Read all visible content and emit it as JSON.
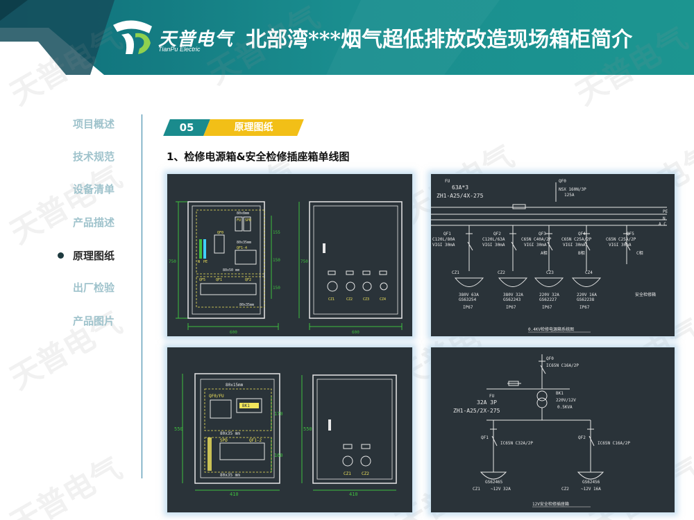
{
  "header": {
    "title": "北部湾***烟气超低排放改造现场箱柜简介",
    "logo_cn": "天普电气",
    "logo_en": "TianPu Electric"
  },
  "watermark_text": "天普电气",
  "sidenav": {
    "items": [
      {
        "label": "项目概述",
        "active": false
      },
      {
        "label": "技术规范",
        "active": false
      },
      {
        "label": "设备清单",
        "active": false
      },
      {
        "label": "产品描述",
        "active": false
      },
      {
        "label": "原理图纸",
        "active": true
      },
      {
        "label": "出厂检验",
        "active": false
      },
      {
        "label": "产品图片",
        "active": false
      }
    ]
  },
  "section": {
    "number": "05",
    "label": "原理图纸",
    "heading": "1、检修电源箱&安全检修插座箱单线图"
  },
  "drawings": {
    "d1": {
      "dim_top": "80x8mm",
      "dim_mid1": "80x35mm",
      "dim_mid2": "80x50 mm",
      "dim_bot": "80x35mm",
      "h1": "155",
      "h2": "150",
      "h3": "150",
      "h_total": "750",
      "h_total2": "750",
      "w": "600",
      "w2": "600",
      "labels": [
        "FU",
        "SPD",
        "QF0",
        "QF1-4",
        "QF5",
        "QF1",
        "QF2",
        "N",
        "PE"
      ],
      "sockets": [
        "CZ1",
        "CZ2",
        "CZ3",
        "CZ4"
      ]
    },
    "d2": {
      "fu": "FU",
      "fu_spec": "63A*3",
      "fu_model": "ZH1-A25/4X-275",
      "qf0": "QF0",
      "qf0_spec": "NSX 160N/3P",
      "qf0_rating": "125A",
      "bus": "PE",
      "bus2": "N",
      "bus3": "A C",
      "breakers": [
        {
          "name": "QF1",
          "spec": "C120L/80A",
          "vigi": "VIGI 30mA",
          "cz": "CZ1",
          "rating": "380V 63A",
          "model": "GS63254",
          "ip": "IP67"
        },
        {
          "name": "QF2",
          "spec": "C120L/63A",
          "vigi": "VIGI 30mA",
          "cz": "CZ2",
          "rating": "380V 32A",
          "model": "GS62243",
          "ip": "IP67"
        },
        {
          "name": "QF3",
          "spec": "C65N C40A/2P",
          "vigi": "VIGI 30mA",
          "cz": "CZ3",
          "rating": "220V 32A",
          "model": "GS62227",
          "ip": "IP67",
          "phase": "A相"
        },
        {
          "name": "QF4",
          "spec": "C65N C25A/2P",
          "vigi": "VIGI 30mA",
          "cz": "CZ4",
          "rating": "220V 16A",
          "model": "GS62238",
          "ip": "IP67",
          "phase": "B相"
        },
        {
          "name": "QF5",
          "spec": "C65N C25A/2P",
          "vigi": "VIGI 30mA",
          "phase": "C相"
        }
      ],
      "side_label": "安全检修箱",
      "caption": "0.4KV检修电源箱系统图"
    },
    "d3": {
      "dim_top": "80x15mm",
      "dim_mid": "80x35 mm",
      "dim_bot": "80x35 mm",
      "labels": [
        "QF0/FU",
        "SPD",
        "QF1-2",
        "BK1"
      ],
      "h1": "170",
      "h2": "160",
      "h_total": "550",
      "h_total2": "550",
      "w": "410",
      "w2": "410",
      "sockets": [
        "CZ1",
        "CZ2"
      ]
    },
    "d4": {
      "qf0": "QF0",
      "qf0_spec": "IC65N C16A/2P",
      "fu": "FU",
      "fu_spec": "32A 3P",
      "fu_model": "ZH1-A25/2X-275",
      "bk": "BK1",
      "bk_spec": "220V/12V",
      "bk_kva": "0.5KVA",
      "qf1": "QF1",
      "qf1_spec": "IC65N C32A/2P",
      "qf2": "QF2",
      "qf2_spec": "IC65N C16A/2P",
      "cz1_model": "GS62465",
      "cz1": "CZ1",
      "cz1_rating": "~12V 32A",
      "cz2_model": "GS62456",
      "cz2": "CZ2",
      "cz2_rating": "~12V 16A",
      "caption": "12V安全检修插座箱"
    }
  },
  "colors": {
    "header_teal": "#1a8e8f",
    "header_dark": "#154e5c",
    "accent_yellow": "#f2bf17",
    "panel_bg": "#2a3339",
    "cad_line": "#e8e8e8",
    "cad_green": "#3fbf3f",
    "cad_yellow": "#f2e55c"
  }
}
